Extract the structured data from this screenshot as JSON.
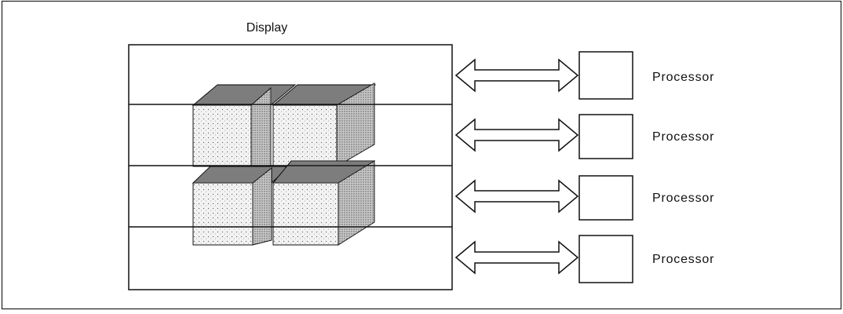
{
  "figure": {
    "display_label": "Display",
    "processors": [
      {
        "label": "Processor"
      },
      {
        "label": "Processor"
      },
      {
        "label": "Processor"
      },
      {
        "label": "Processor"
      }
    ],
    "colors": {
      "line": "#111111",
      "background": "#ffffff",
      "cube_front": "#ececec",
      "cube_side": "#b8b8b8",
      "cube_top": "#8e8e8e"
    }
  }
}
